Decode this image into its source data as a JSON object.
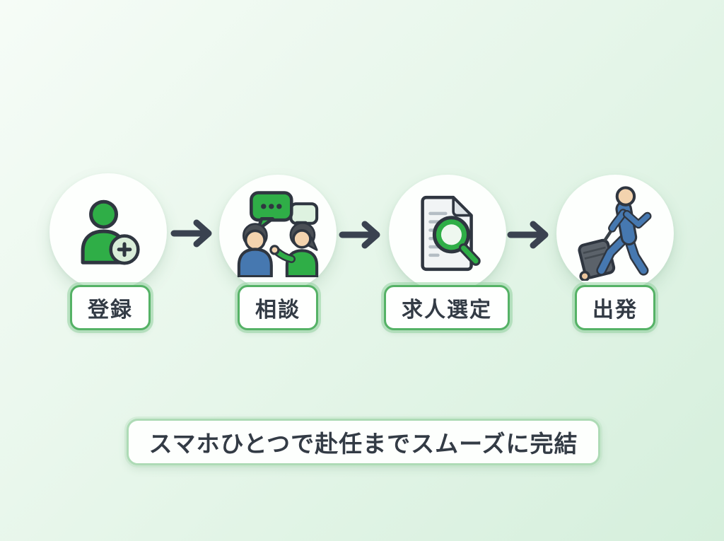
{
  "diagram": {
    "type": "process-flow",
    "direction": "left-to-right",
    "steps": [
      {
        "label": "登録",
        "icon": "user-plus-icon"
      },
      {
        "label": "相談",
        "icon": "consultation-icon"
      },
      {
        "label": "求人選定",
        "icon": "document-search-icon"
      },
      {
        "label": "出発",
        "icon": "traveler-icon"
      }
    ],
    "connector": "arrow-right-icon",
    "banner": {
      "text": "スマホひとつで赴任までスムーズに完結"
    }
  },
  "colors": {
    "background_start": "#f6fcf7",
    "background_end": "#d5efdc",
    "accent_green": "#2fae47",
    "light_green_fill": "#def2e0",
    "outline_dark": "#2f3640",
    "label_border_green": "#55b266",
    "banner_border_green": "#aedbb6",
    "arrow_slate": "#3a4250",
    "text_dark": "#333b45",
    "figure_blue": "#4678b0",
    "skin_tone": "#f3d3ae",
    "hair_gray": "#4a4f55",
    "suitcase_gray": "#5b626a",
    "paper_gray": "#f1f4f5",
    "paper_line_gray": "#b4bdc4",
    "circle_fill": "#fdfffd"
  }
}
